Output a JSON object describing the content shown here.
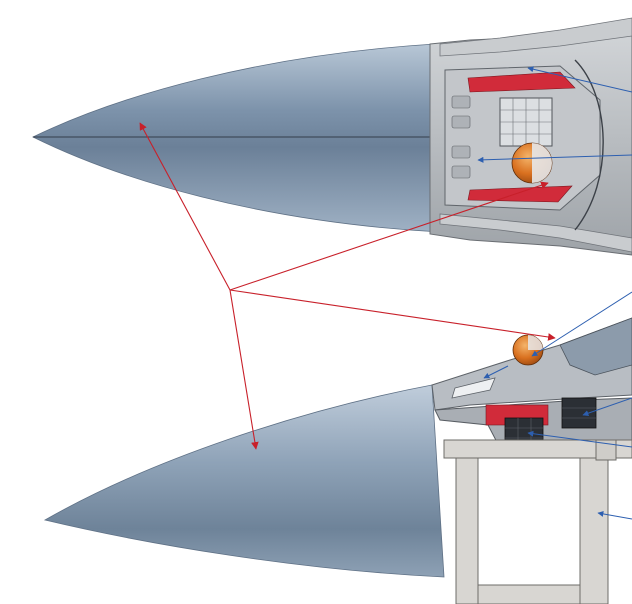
{
  "figure": {
    "views": [
      {
        "id": "top-view",
        "description_visible_text": ""
      },
      {
        "id": "side-view",
        "description_visible_text": ""
      }
    ],
    "colors": {
      "radome_light": "#c7d3e0",
      "radome_mid": "#8da1b6",
      "radome_dark": "#6f8296",
      "structure_gray": "#b9bcc0",
      "structure_dark": "#8e9196",
      "red_part": "#d12b3a",
      "orange_sensor": "#e07a25",
      "callout_red": "#c8202a",
      "callout_blue": "#2d5fb0",
      "support_frame": "#d8d6d2"
    },
    "icons": [
      "radome-shape",
      "avionics-bay",
      "sensor-ball",
      "support-stand"
    ]
  }
}
